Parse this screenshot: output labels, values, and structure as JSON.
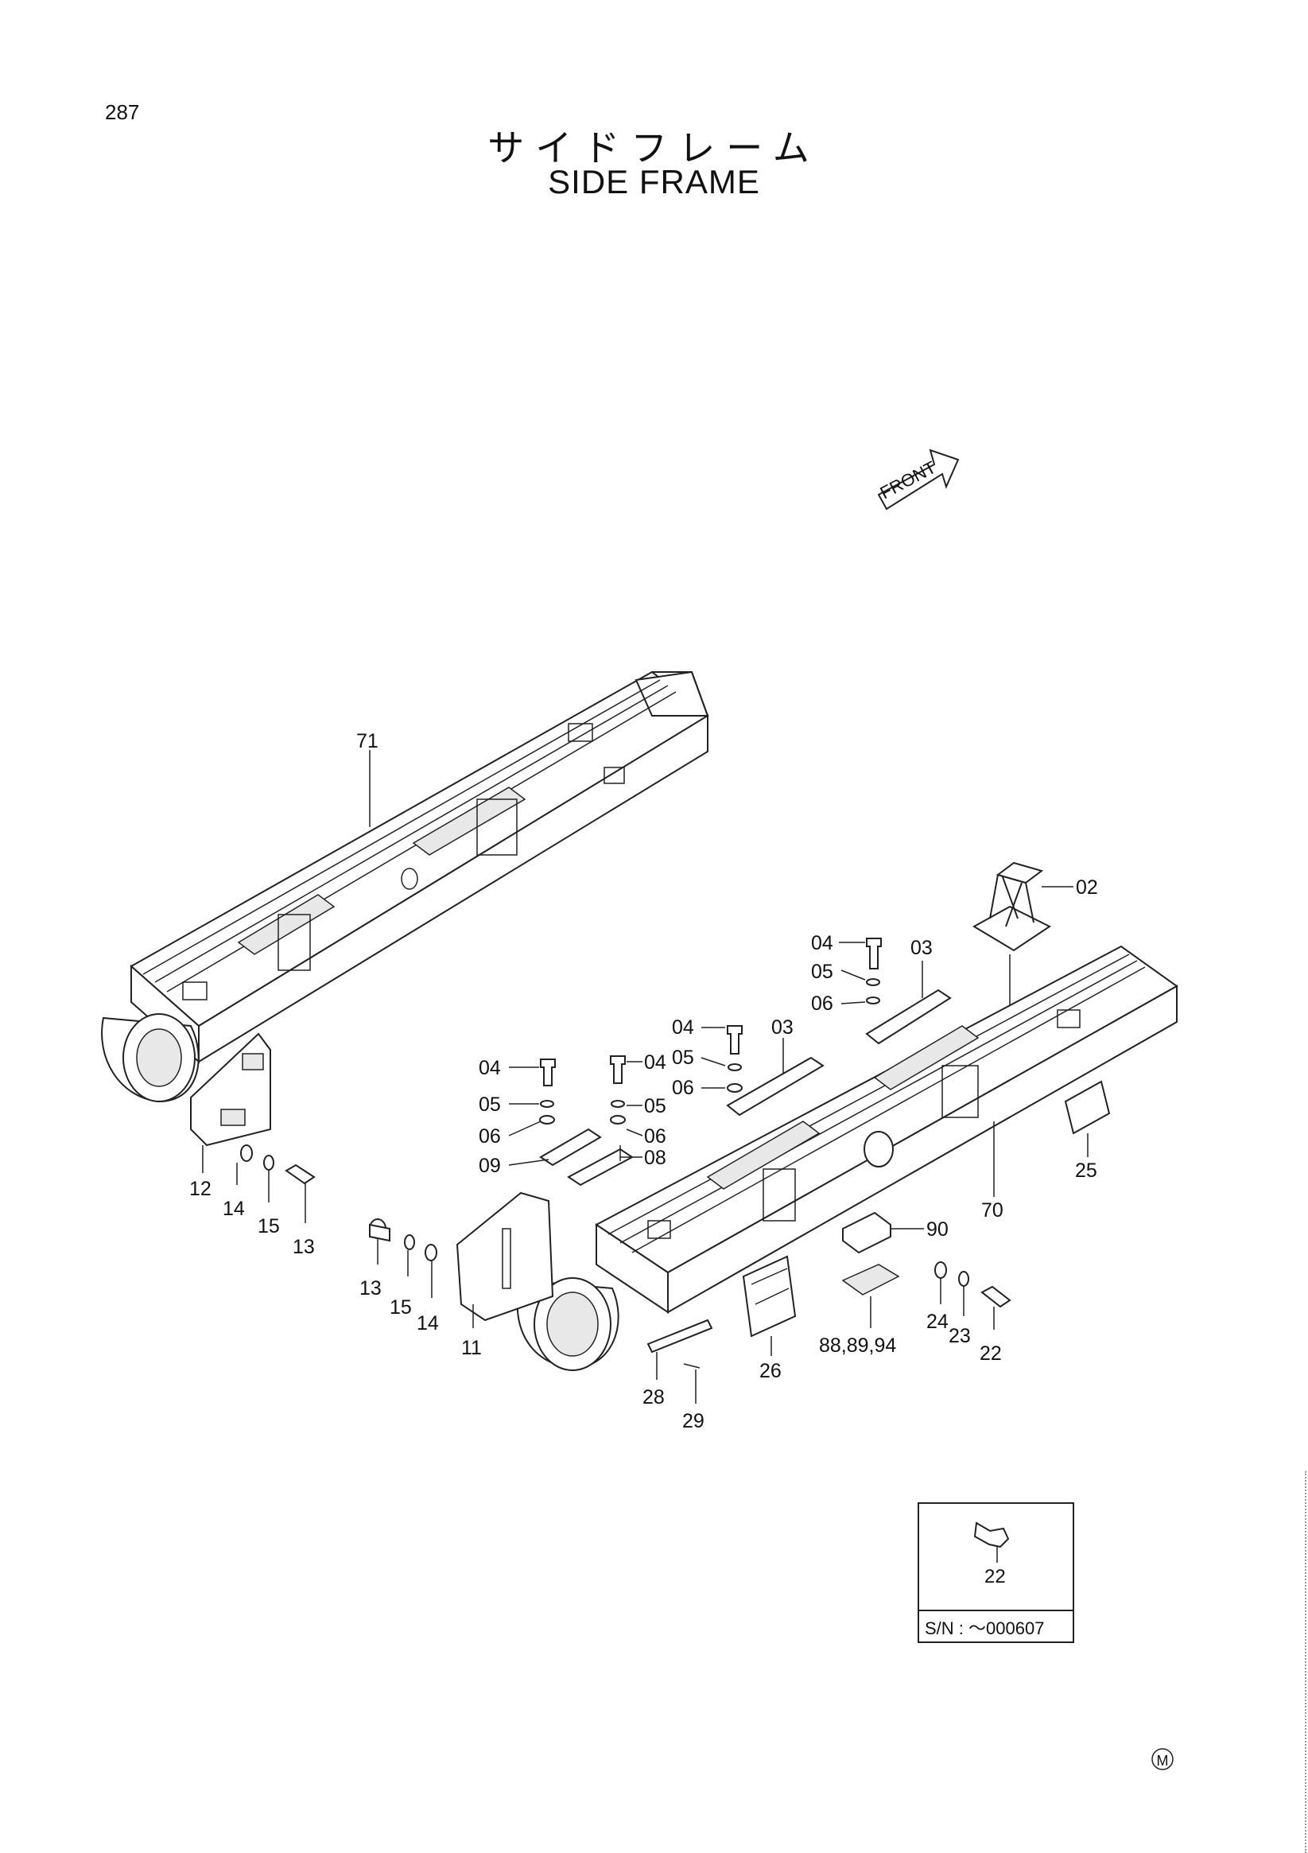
{
  "page_number": "287",
  "title_jp": "サイドフレーム",
  "title_en": "SIDE FRAME",
  "front_label": "FRONT",
  "labels": {
    "p71": "71",
    "p02": "02",
    "p04a": "04",
    "p03a": "03",
    "p05a": "05",
    "p06a": "06",
    "p04b": "04",
    "p05b": "05",
    "p06b": "06",
    "p03b": "03",
    "p04c": "04",
    "p05c": "05",
    "p06c": "06",
    "p09": "09",
    "p04d": "04",
    "p05d": "05",
    "p06d": "06",
    "p08": "08",
    "p25": "25",
    "p70": "70",
    "p90": "90",
    "p12": "12",
    "p14a": "14",
    "p15a": "15",
    "p13a": "13",
    "p13b": "13",
    "p15b": "15",
    "p14b": "14",
    "p11": "11",
    "p24": "24",
    "p23": "23",
    "p22": "22",
    "p88": "88,89,94",
    "p26": "26",
    "p28": "28",
    "p29": "29"
  },
  "inset": {
    "part": "22",
    "serial": "S/N : ～000607"
  },
  "mark": "M"
}
